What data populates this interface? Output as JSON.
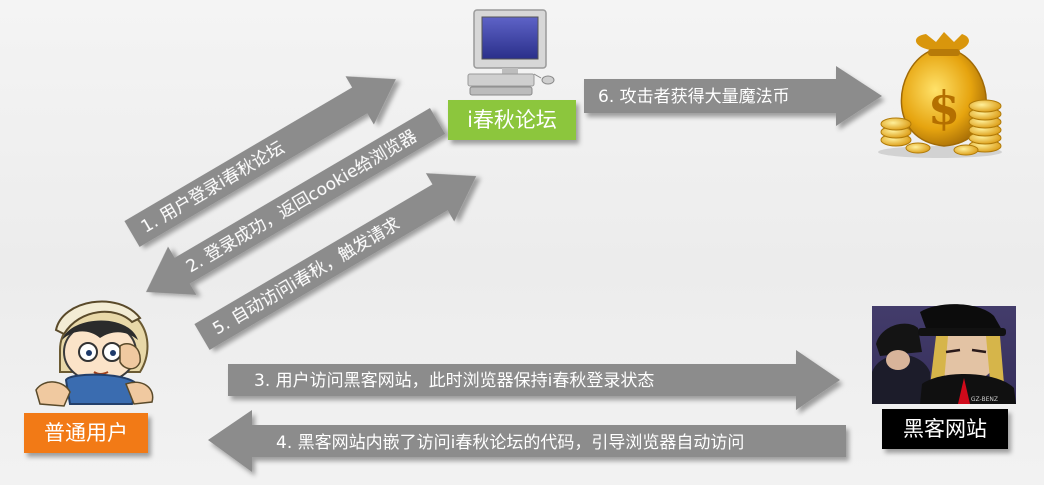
{
  "nodes": {
    "server": {
      "label": "i春秋论坛",
      "color": "#8cc63e",
      "icon": "computer-icon"
    },
    "user": {
      "label": "普通用户",
      "color": "#f27a14",
      "icon": "user-cartoon-icon"
    },
    "hacker": {
      "label": "黑客网站",
      "color": "#000000",
      "icon": "hacker-cartoon-icon"
    },
    "money": {
      "icon": "money-bag-icon"
    }
  },
  "steps": [
    {
      "text": "1. 用户登录i春秋论坛"
    },
    {
      "text": "2. 登录成功，返回cookie给浏览器"
    },
    {
      "text": "5. 自动访问i春秋，触发请求"
    },
    {
      "text": "6. 攻击者获得大量魔法币"
    },
    {
      "text": "3. 用户访问黑客网站，此时浏览器保持i春秋登录状态"
    },
    {
      "text": "4. 黑客网站内嵌了访问i春秋论坛的代码，引导浏览器自动访问"
    }
  ],
  "colors": {
    "arrow": "#8c8c8c",
    "arrow_text": "#ffffff"
  }
}
